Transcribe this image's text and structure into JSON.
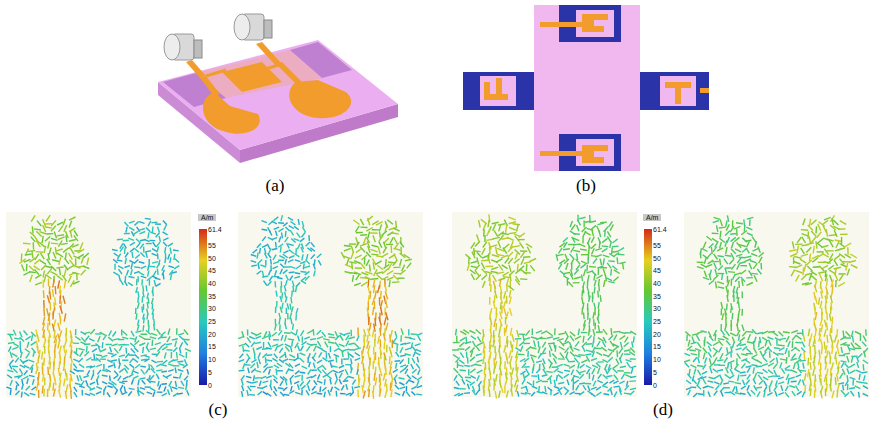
{
  "diagram": {
    "labels": [
      "(a)",
      "(b)",
      "A/m",
      "61.4",
      "55",
      "50",
      "45",
      "40",
      "35",
      "30",
      "25",
      "20",
      "15",
      "10",
      "5",
      "0",
      "(c)",
      "A/m",
      "61.4",
      "55",
      "50",
      "45",
      "40",
      "35",
      "30",
      "25",
      "20",
      "15",
      "10",
      "5",
      "0",
      "(d)"
    ]
  }
}
